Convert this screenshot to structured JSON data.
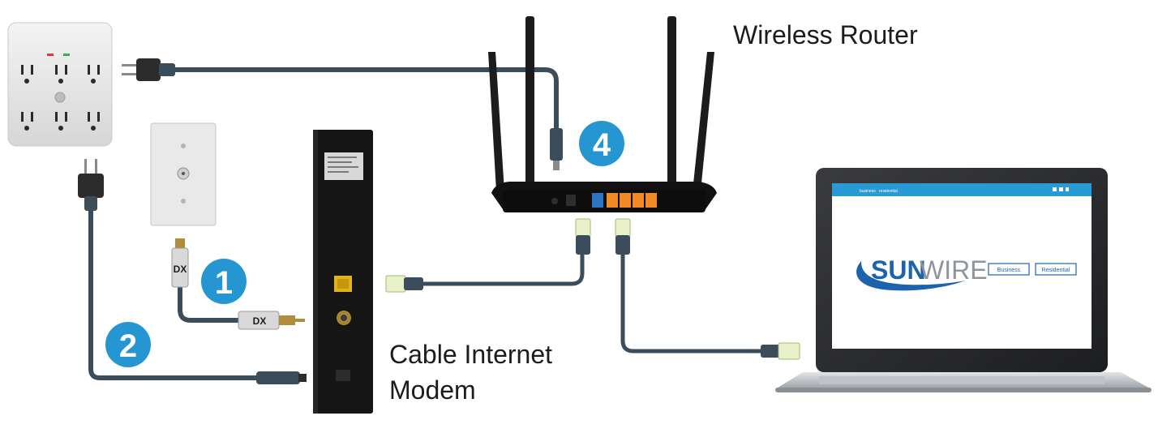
{
  "labels": {
    "router": "Wireless Router",
    "modem_line1": "Cable Internet",
    "modem_line2": "Modem"
  },
  "steps": [
    "1",
    "2",
    "4"
  ],
  "website": {
    "nav_left_1": "business",
    "nav_left_2": "residential",
    "social_icons": [
      "linkedin-icon",
      "twitter-icon",
      "facebook-icon"
    ],
    "logo_part1": "SUN",
    "logo_part2": "WIRE",
    "button_business": "Business",
    "button_residential": "Residential"
  },
  "colors": {
    "step_badge": "#2596d1",
    "cable": "#3b4d5a",
    "screen_header": "#2a9ad4",
    "brand": "#1b64ad"
  }
}
